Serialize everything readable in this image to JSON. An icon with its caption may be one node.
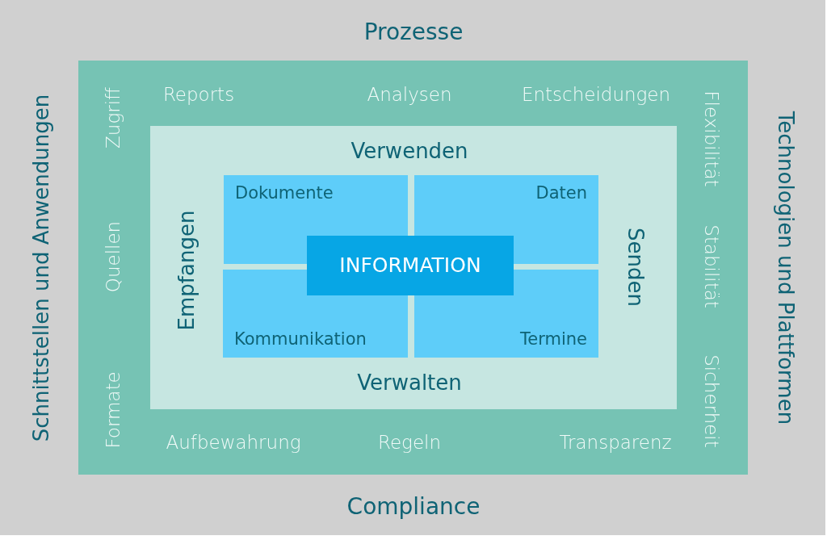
{
  "diagram": {
    "nodes": [
      {
        "text": [
          "Prozesse",
          "Schnittstellen und Anwendungen",
          "Technologien und Plattformen",
          "Compliance"
        ]
      },
      {
        "text": [
          "Reports",
          "Analysen",
          "Entscheidungen",
          "Zugriff",
          "Quellen",
          "Formate",
          "Flexibilität",
          "Stabilität",
          "Sicherheit",
          "Aufbewahrung",
          "Regeln",
          "Transparenz"
        ],
        "in": 0
      },
      {
        "text": [
          "Verwenden",
          "Empfangen",
          "Senden",
          "Verwalten"
        ],
        "in": 1
      },
      {
        "text": [
          "Dokumente"
        ],
        "in": 2
      },
      {
        "text": [
          "Daten"
        ],
        "in": 2
      },
      {
        "text": [
          "Kommunikation"
        ],
        "in": 2
      },
      {
        "text": [
          "Termine"
        ],
        "in": 2
      },
      {
        "text": [
          "INFORMATION"
        ],
        "in": 2
      }
    ]
  }
}
